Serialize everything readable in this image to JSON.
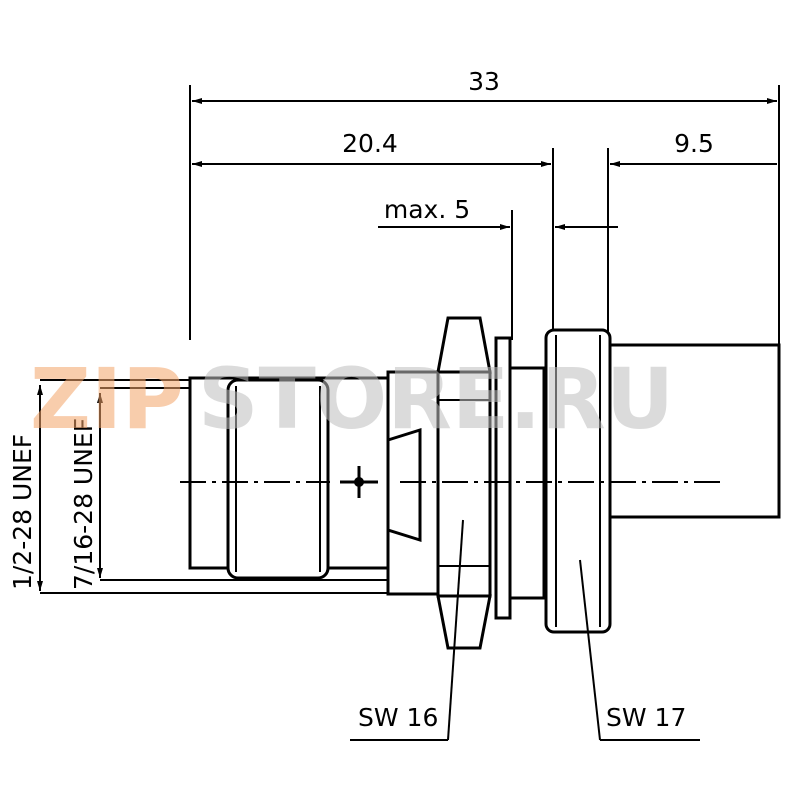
{
  "dimensions": {
    "overall": "33",
    "body": "20.4",
    "tail": "9.5",
    "panel": "max. 5",
    "thread_outer": "1/2-28 UNEF",
    "thread_inner": "7/16-28 UNEF",
    "nut_front": "SW 16",
    "nut_rear": "SW 17"
  },
  "watermark": {
    "part1": "ZIP",
    "part2": "STORE.RU"
  },
  "colors": {
    "line": "#000000",
    "watermark_orange": "#f4a56a",
    "watermark_gray": "#c8c8c8"
  }
}
